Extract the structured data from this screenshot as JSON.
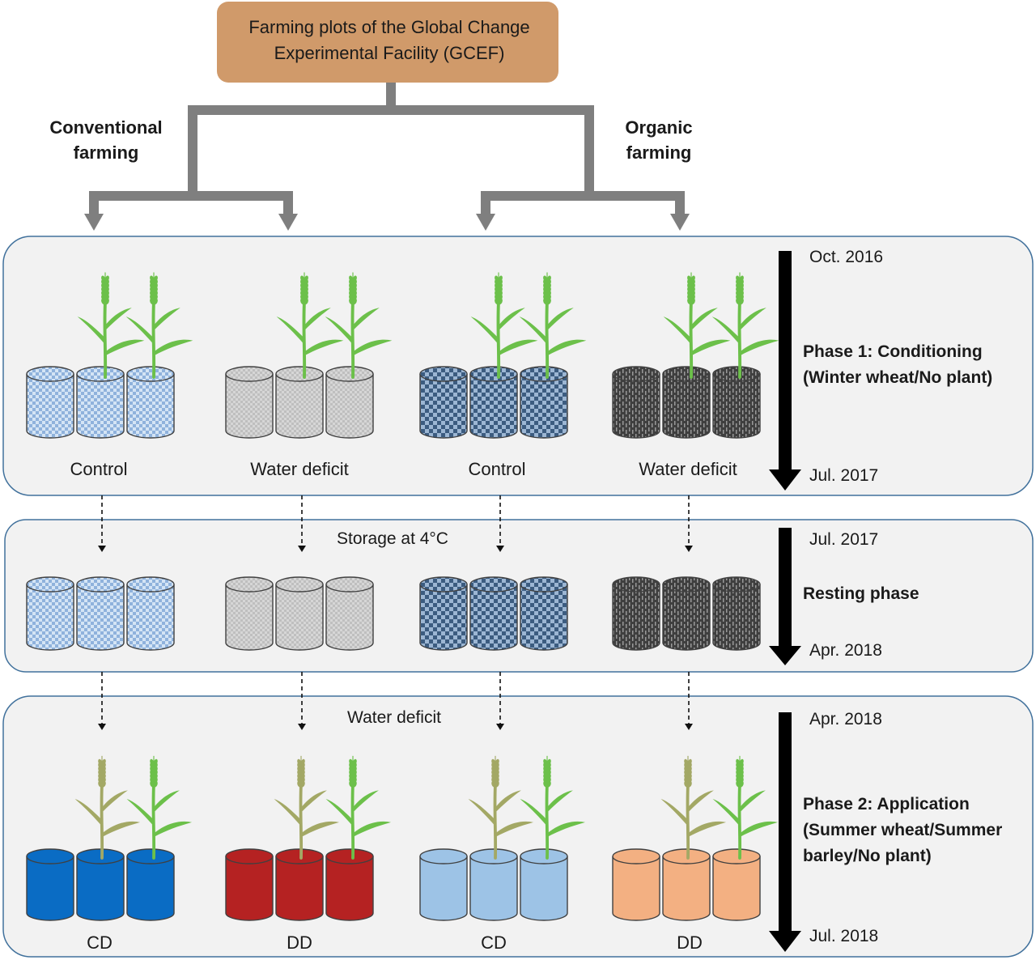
{
  "title_box": {
    "line1": "Farming plots of the Global Change",
    "line2": "Experimental Facility (GCEF)",
    "color": "#d09a6a"
  },
  "branches": {
    "conventional": {
      "line1": "Conventional",
      "line2": "farming"
    },
    "organic": {
      "line1": "Organic",
      "line2": "farming"
    }
  },
  "phase1": {
    "title_line1": "Phase 1: Conditioning",
    "title_line2": "(Winter wheat/No plant)",
    "start": "Oct. 2016",
    "end": "Jul. 2017",
    "labels": [
      "Control",
      "Water deficit",
      "Control",
      "Water deficit"
    ]
  },
  "resting": {
    "title": "Resting phase",
    "note": "Storage at 4°C",
    "start": "Jul. 2017",
    "end": "Apr. 2018"
  },
  "phase2": {
    "title_line1": "Phase 2: Application",
    "title_line2": "(Summer wheat/Summer",
    "title_line3": "barley/No plant)",
    "note": "Water deficit",
    "start": "Apr. 2018",
    "end": "Jul. 2018",
    "labels": [
      "CD",
      "DD",
      "CD",
      "DD"
    ],
    "pot_colors": [
      "#0a6cc4",
      "#b52222",
      "#9dc3e6",
      "#f3b082"
    ]
  },
  "pattern_colors": {
    "conv_control": "#a9c7e8",
    "conv_deficit": "#c8c8c8",
    "org_control": "#4a6e94",
    "org_deficit": "#4a4a4a"
  }
}
